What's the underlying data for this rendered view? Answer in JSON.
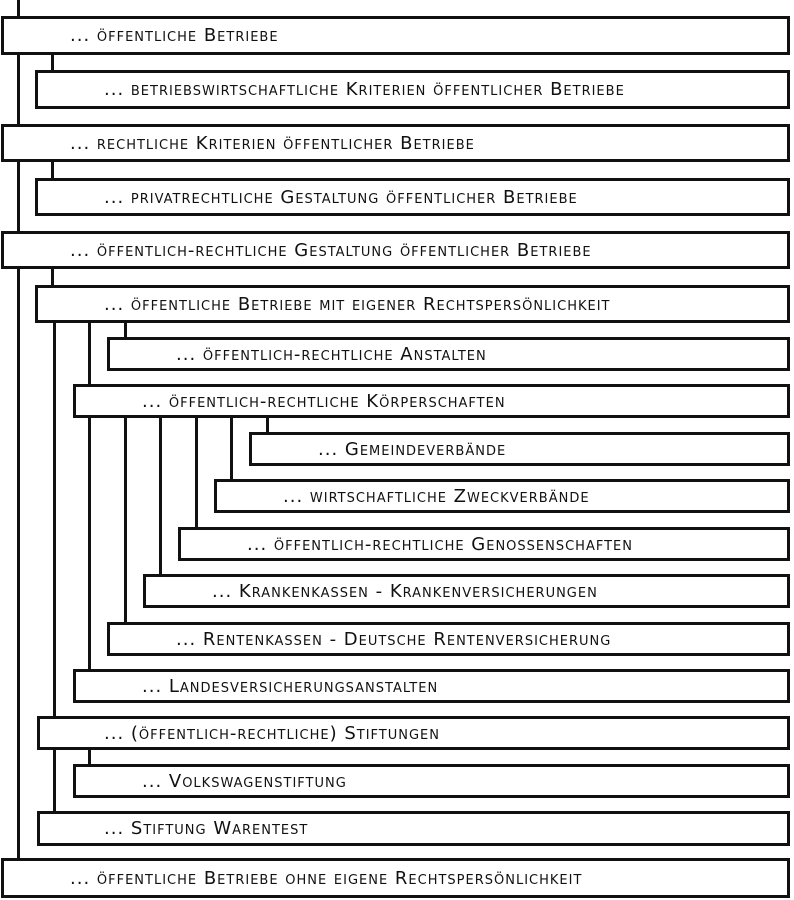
{
  "nodes": [
    {
      "label": "... öffentliche Betriebe"
    },
    {
      "label": "... betriebswirtschaftliche Kriterien öffentlicher Betriebe"
    },
    {
      "label": "... rechtliche Kriterien öffentlicher Betriebe"
    },
    {
      "label": "... privatrechtliche Gestaltung öffentlicher Betriebe"
    },
    {
      "label": "... öffentlich-rechtliche Gestaltung öffentlicher Betriebe"
    },
    {
      "label": "... öffentliche Betriebe mit eigener Rechtspersönlichkeit"
    },
    {
      "label": "... öffentlich-rechtliche Anstalten"
    },
    {
      "label": "... öffentlich-rechtliche Körperschaften"
    },
    {
      "label": "... Gemeindeverbände"
    },
    {
      "label": "... wirtschaftliche Zweckverbände"
    },
    {
      "label": "... öffentlich-rechtliche Genossenschaften"
    },
    {
      "label": "... Krankenkassen - Krankenversicherungen"
    },
    {
      "label": "... Rentenkassen - Deutsche Rentenversicherung"
    },
    {
      "label": "... Landesversicherungsanstalten"
    },
    {
      "label": "... (öffentlich-rechtliche) Stiftungen"
    },
    {
      "label": "... Volkswagenstiftung"
    },
    {
      "label": "... Stiftung Warentest"
    },
    {
      "label": "... öffentliche Betriebe ohne eigene Rechtspersönlichkeit"
    }
  ]
}
